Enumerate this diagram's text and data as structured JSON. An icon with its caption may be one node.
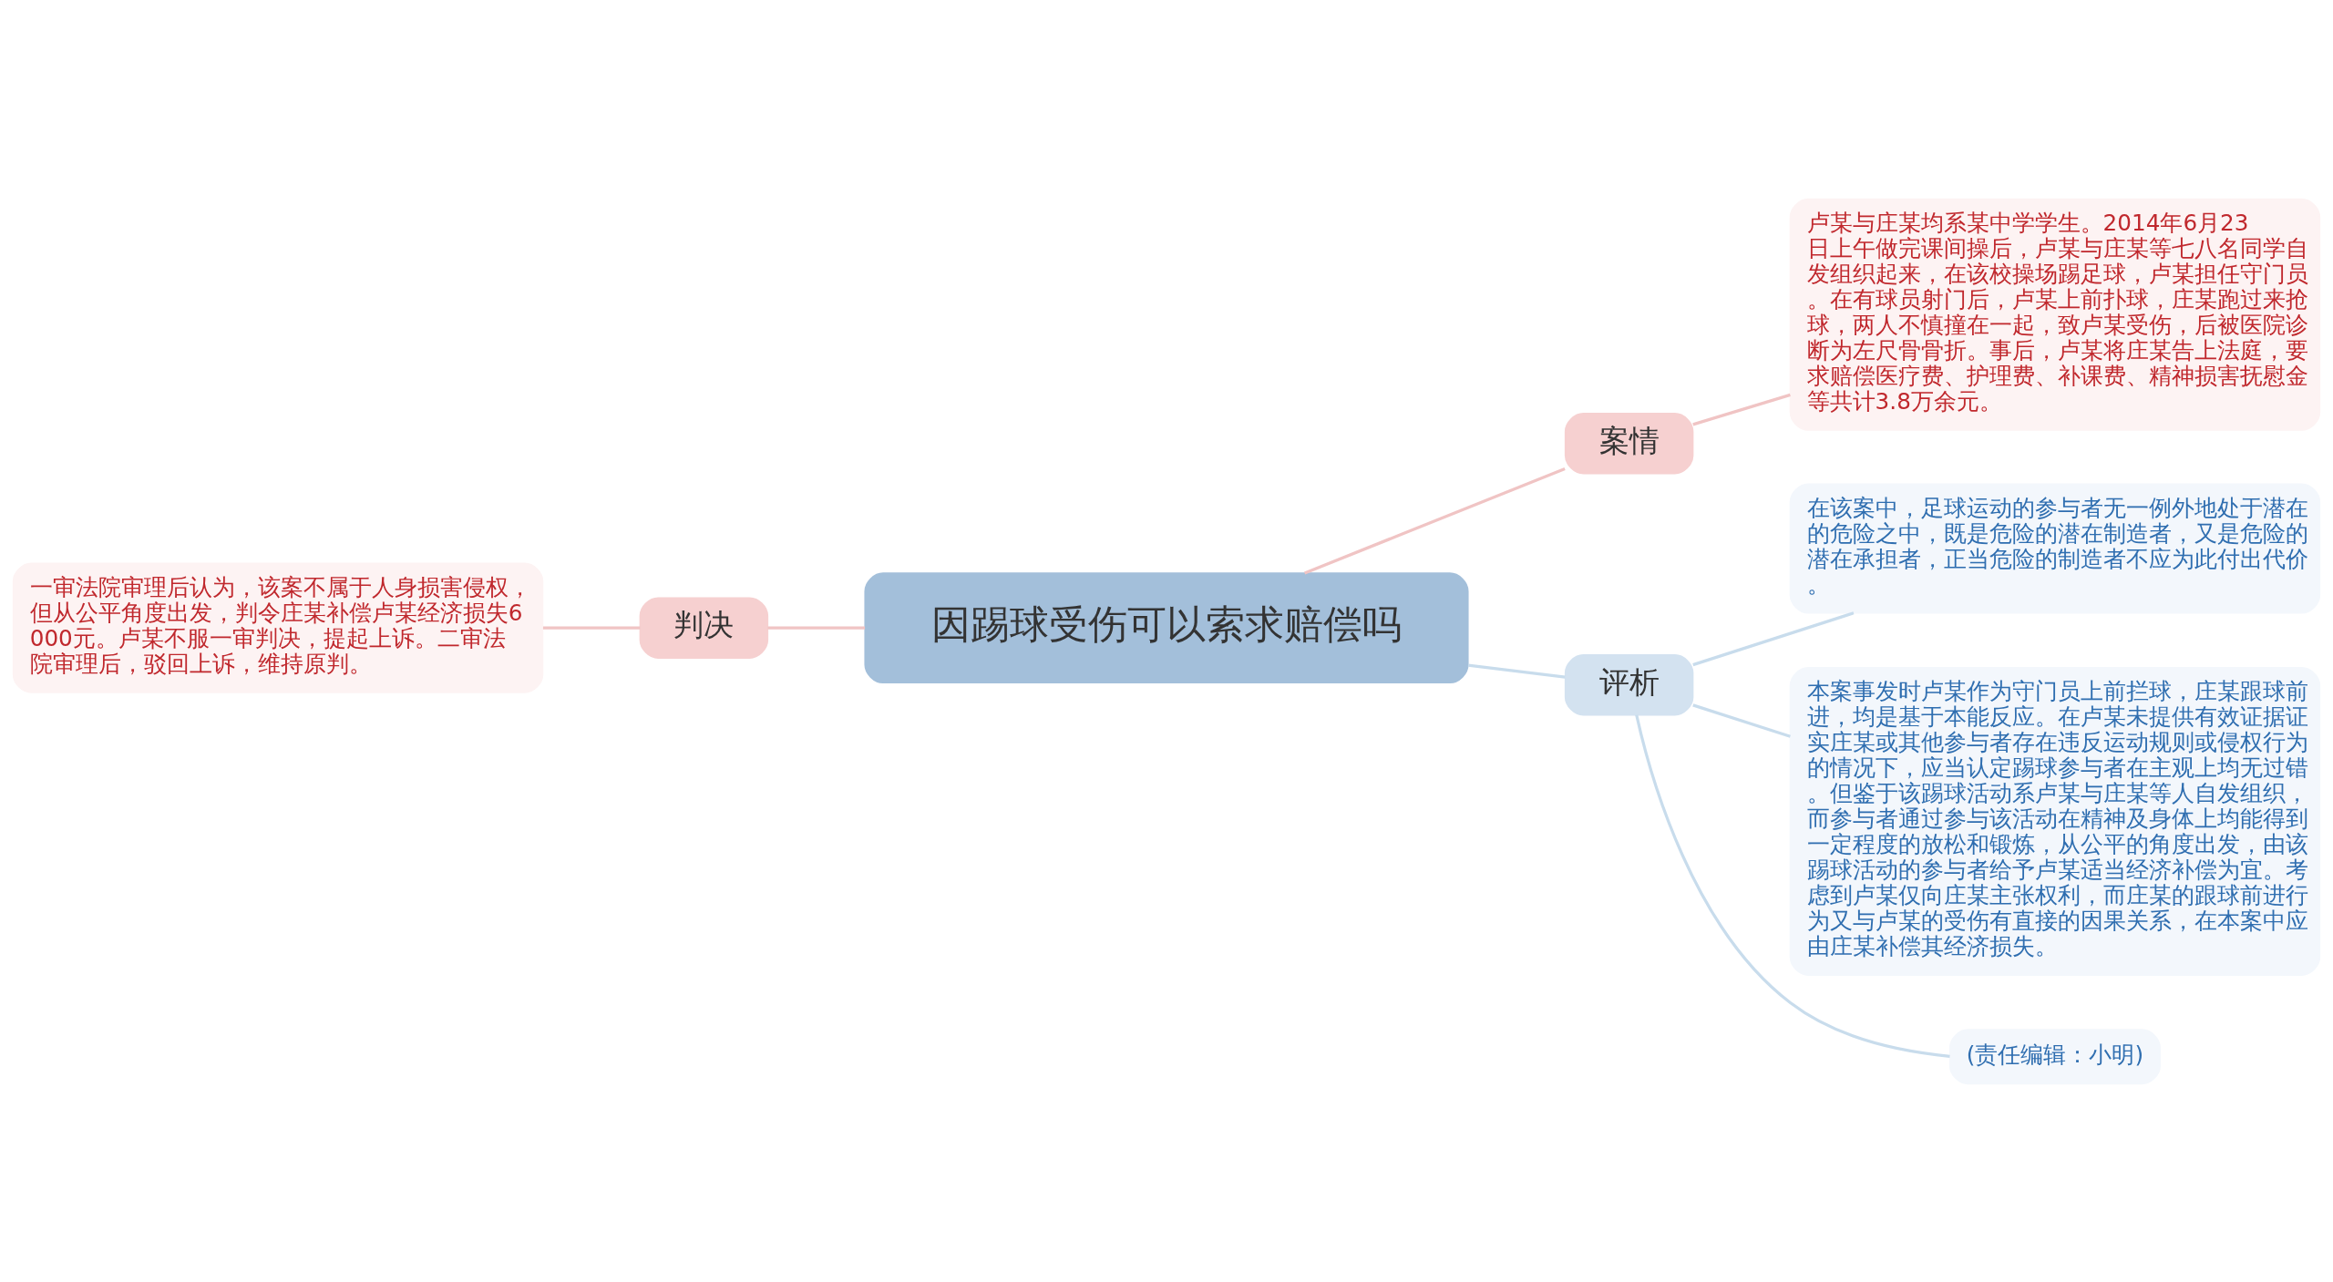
{
  "diagram": {
    "nodes": [
      {
        "text": [
          "因踢球受伤可以索求赔偿吗"
        ]
      },
      {
        "text": [
          "案情"
        ]
      },
      {
        "text": [
          "卢某与庄某均系某中学学生。2014年6月23日上午做完课间操后，卢某与庄某等七八名同学自发组织起来，在该校操场踢足球，卢某担任守门员。在有球员射门后，卢某上前扑球，庄某跑过来抢球，两人不慎撞在一起，致卢某受伤，后被医院诊断为左尺骨骨折。事后，卢某将庄某告上法庭，要求赔偿医疗费、护理费、补课费、精神损害抚慰金等共计3.8万余元。"
        ]
      },
      {
        "text": [
          "判决"
        ]
      },
      {
        "text": [
          "一审法院审理后认为，该案不属于人身损害侵权，但从公平角度出发，判令庄某补偿卢某经济损失6000元。卢某不服一审判决，提起上诉。二审法院审理后，驳回上诉，维持原判。"
        ]
      },
      {
        "text": [
          "评析"
        ]
      },
      {
        "text": [
          "在该案中，足球运动的参与者无一例外地处于潜在的危险之中，既是危险的潜在制造者，又是危险的潜在承担者，正当危险的制造者不应为此付出代价。"
        ]
      },
      {
        "text": [
          "本案事发时卢某作为守门员上前拦球，庄某跟球前进，均是基于本能反应。在卢某未提供有效证据证实庄某或其他参与者存在违反运动规则或侵权行为的情况下，应当认定踢球参与者在主观上均无过错。但鉴于该踢球活动系卢某与庄某等人自发组织，而参与者通过参与该活动在精神及身体上均能得到一定程度的放松和锻炼，从公平的角度出发，由该踢球活动的参与者给予卢某适当经济补偿为宜。考虑到卢某仅向庄某主张权利，而庄某的跟球前进行为又与卢某的受伤有直接的因果关系，在本案中应由庄某补偿其经济损失。"
        ]
      },
      {
        "text": [
          "(责任编辑：小明)"
        ]
      }
    ],
    "edges": [
      {
        "from": 0,
        "to": 1,
        "arrow": "none",
        "color": "#f0c4c4"
      },
      {
        "from": 1,
        "to": 2,
        "arrow": "none",
        "color": "#f0c4c4"
      },
      {
        "from": 0,
        "to": 3,
        "arrow": "none",
        "color": "#f0c4c4"
      },
      {
        "from": 3,
        "to": 4,
        "arrow": "none",
        "color": "#f0c4c4"
      },
      {
        "from": 0,
        "to": 5,
        "arrow": "none"
      },
      {
        "from": 5,
        "to": 6,
        "arrow": "none"
      },
      {
        "from": 5,
        "to": 7,
        "arrow": "none"
      },
      {
        "from": 5,
        "to": 8,
        "arrow": "none"
      }
    ]
  }
}
